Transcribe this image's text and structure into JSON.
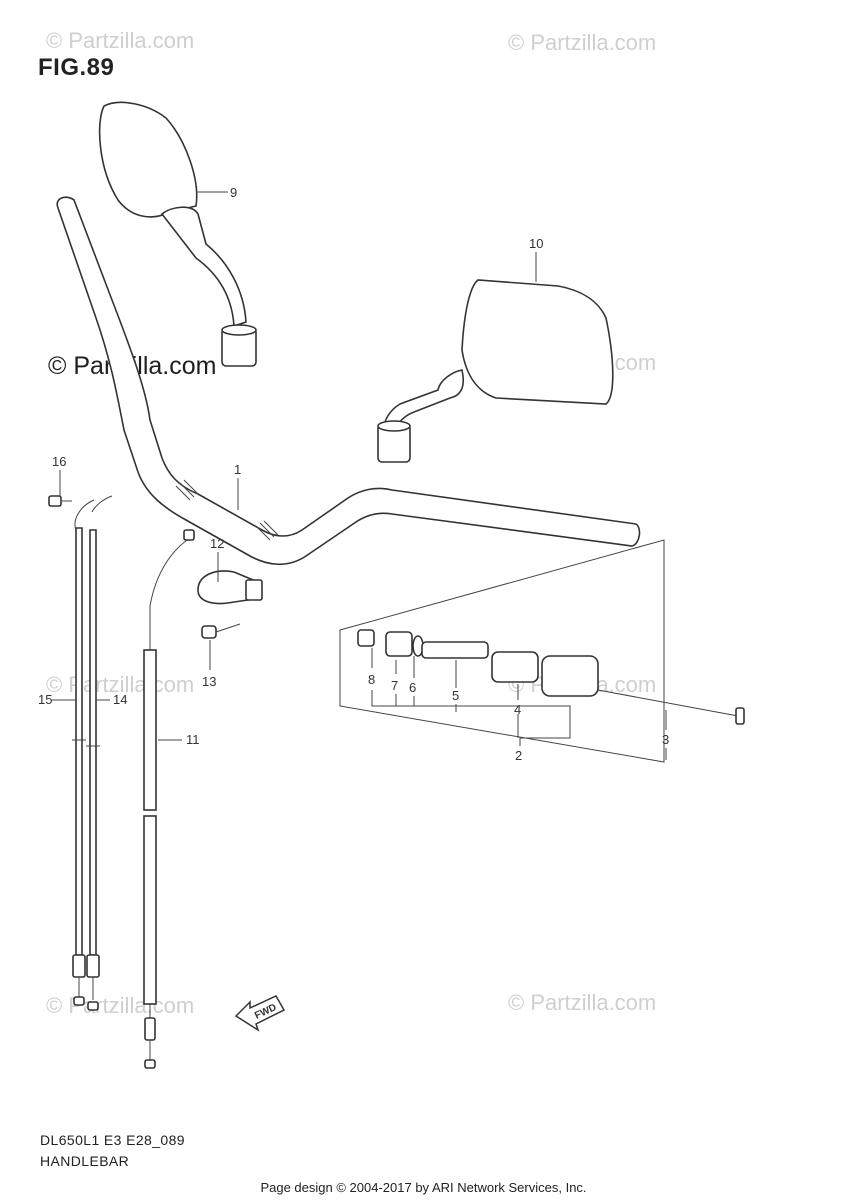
{
  "figure": {
    "title": "FIG.89"
  },
  "watermarks": {
    "faint": "© Partzilla.com",
    "dark": "© Partzilla.com"
  },
  "callouts": {
    "p1": "1",
    "p2": "2",
    "p3": "3",
    "p4": "4",
    "p5": "5",
    "p6": "6",
    "p7": "7",
    "p8": "8",
    "p9": "9",
    "p10": "10",
    "p11": "11",
    "p12": "12",
    "p13": "13",
    "p14": "14",
    "p15": "15",
    "p16": "16"
  },
  "fwd_label": "FWD",
  "footer": {
    "model_code": "DL650L1 E3 E28_089",
    "section_name": "HANDLEBAR",
    "copyright": "Page design © 2004-2017 by ARI Network Services, Inc."
  }
}
